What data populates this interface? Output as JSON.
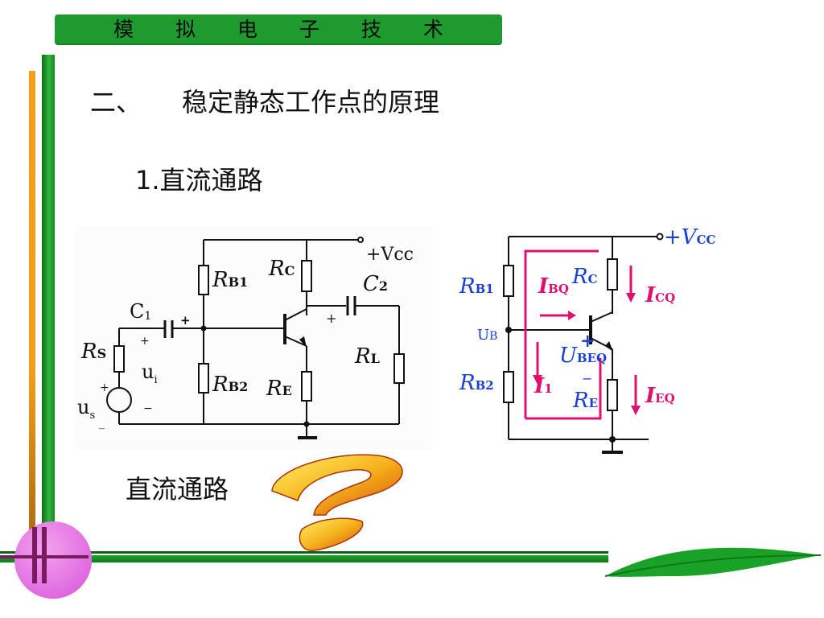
{
  "header": {
    "title": "模 拟 电 子 技 术"
  },
  "section": {
    "number": "二、",
    "title": "稳定静态工作点的原理"
  },
  "subsection": {
    "title": "1.直流通路"
  },
  "caption": "直流通路",
  "left_circuit": {
    "labels": {
      "vcc": "+Vcc",
      "rb1_r": "R",
      "rb1_sub": "B1",
      "rc_r": "R",
      "rc_sub": "C",
      "c1": "C",
      "c1_sub": "1",
      "c2_c": "C",
      "c2_sub": "2",
      "plus": "+",
      "rs_r": "R",
      "rs_sub": "S",
      "ui": "u",
      "ui_sub": "i",
      "rb2_r": "R",
      "rb2_sub": "B2",
      "re_r": "R",
      "re_sub": "E",
      "rl_r": "R",
      "rl_sub": "L",
      "us": "u",
      "us_sub": "s",
      "minus": "−",
      "minus2": "_"
    }
  },
  "right_circuit": {
    "labels": {
      "vcc_plus": "+",
      "vcc_v": "V",
      "vcc_sub": "CC",
      "rb1_r": "R",
      "rb1_sub": "B1",
      "rb2_r": "R",
      "rb2_sub": "B2",
      "rc_r": "R",
      "rc_sub": "C",
      "re_r": "R",
      "re_sub": "E",
      "ub": "U",
      "ub_sub": "B",
      "ibq_i": "I",
      "ibq_sub": "BQ",
      "icq_i": "I",
      "icq_sub": "CQ",
      "ieq_i": "I",
      "ieq_sub": "EQ",
      "i1_i": "I",
      "i1_sub": "1",
      "ubeq_u": "U",
      "ubeq_sub": "BEQ",
      "plus": "+",
      "minus": "−"
    }
  },
  "colors": {
    "banner": "#1e9a2e",
    "blue": "#1a3fd6",
    "magenta": "#e0106e"
  }
}
